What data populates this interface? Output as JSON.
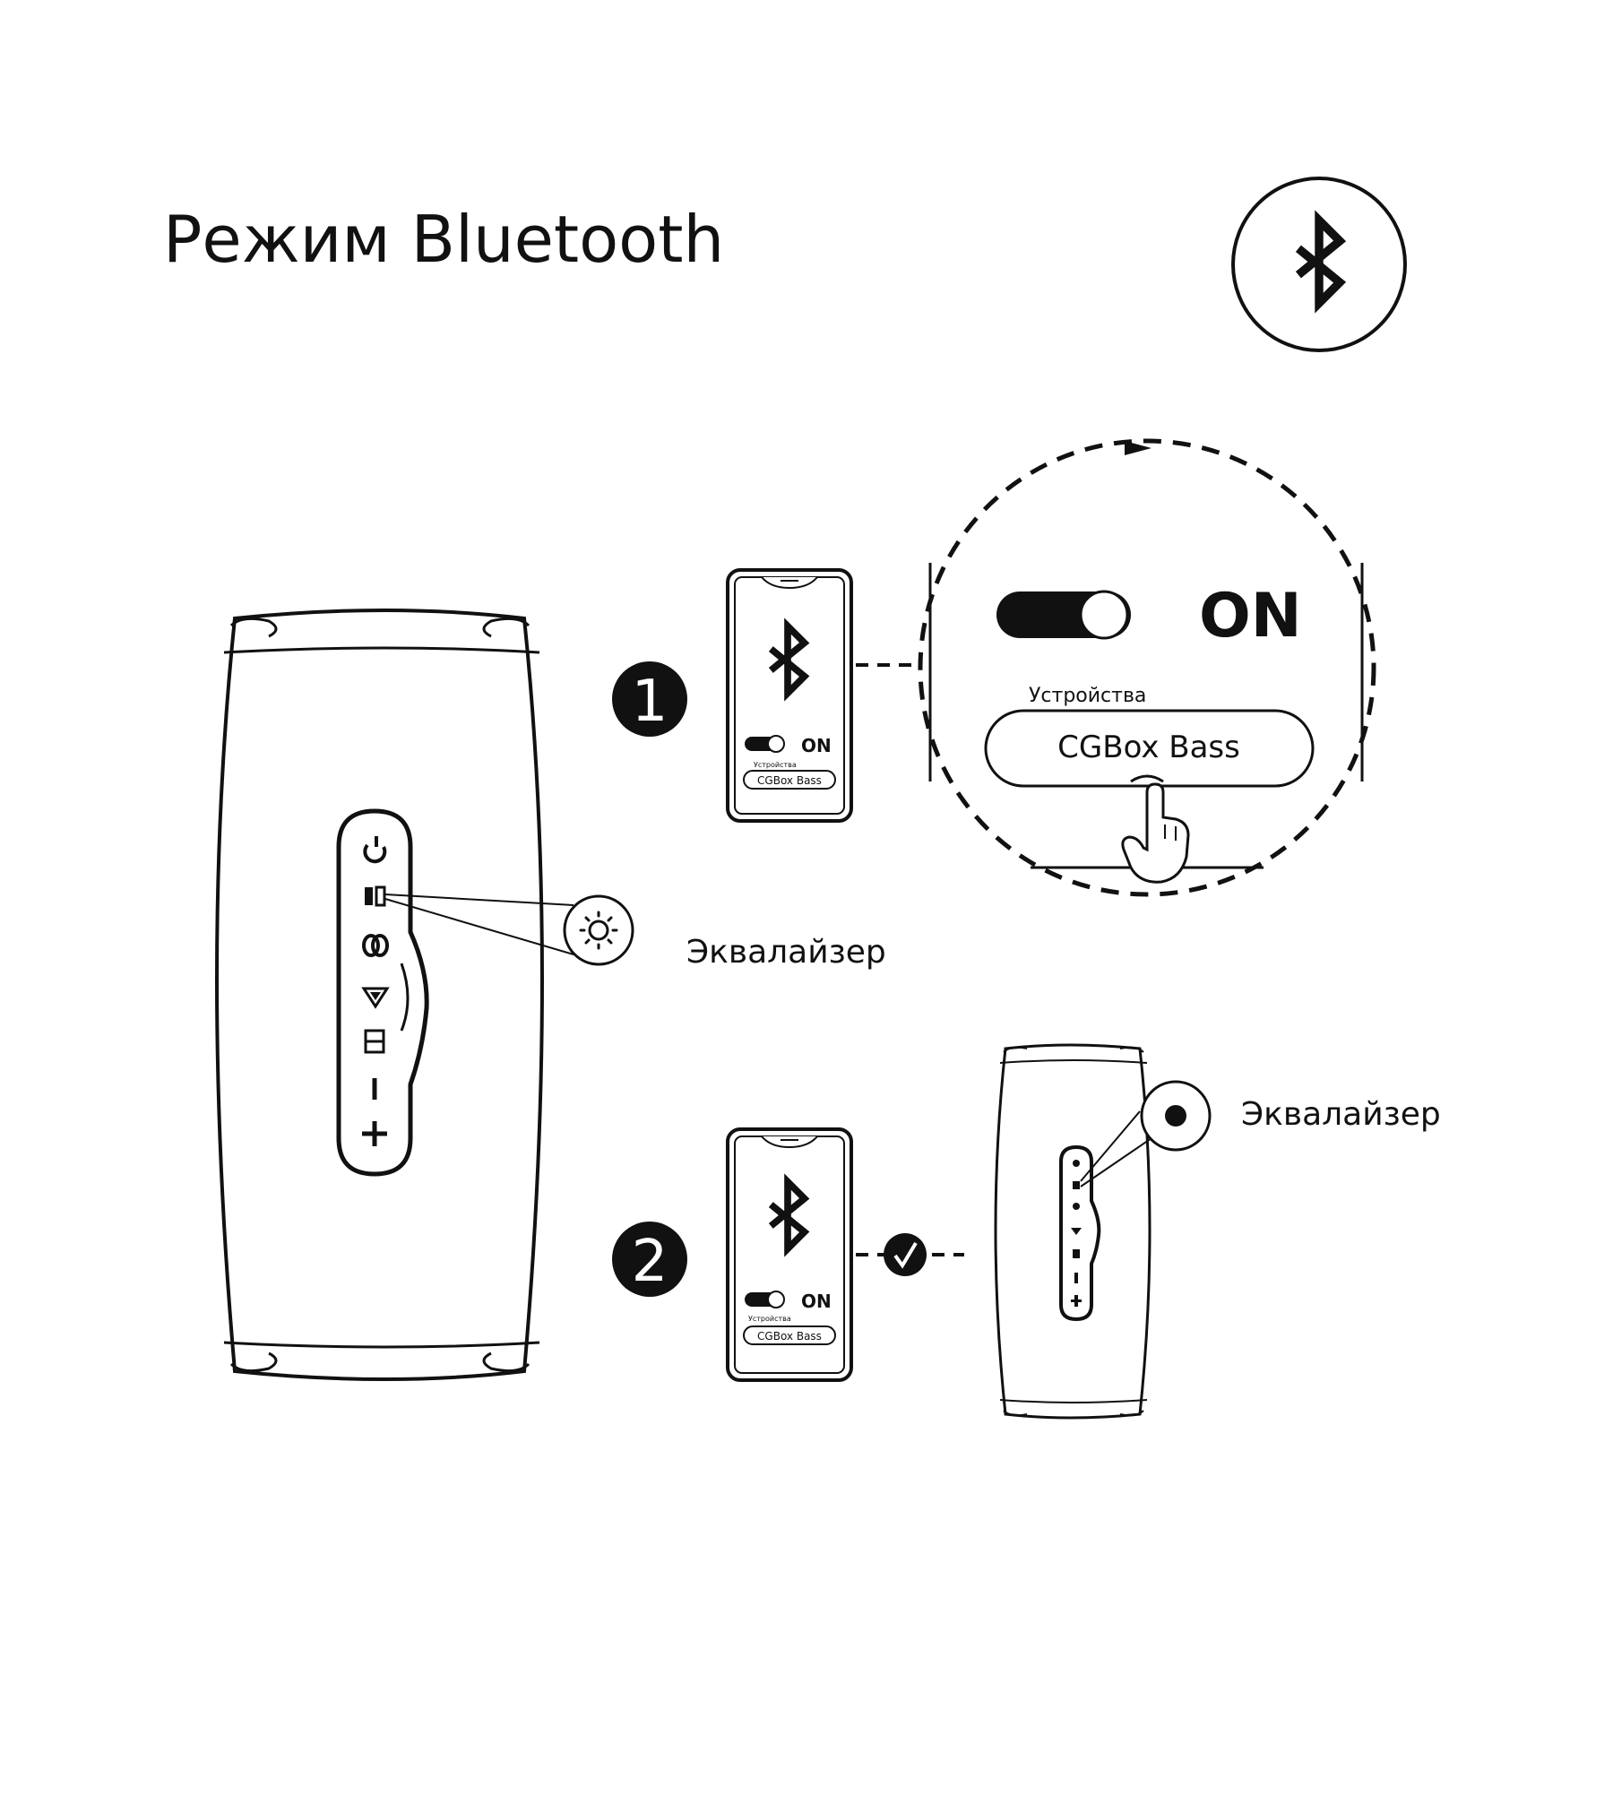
{
  "title": "Режим Bluetooth",
  "colors": {
    "ink": "#111111",
    "paper": "#ffffff"
  },
  "steps": [
    {
      "number": "1"
    },
    {
      "number": "2"
    }
  ],
  "phone": {
    "toggle_state": "ON",
    "devices_label": "Устройства",
    "device_name": "CGBox Bass"
  },
  "zoom": {
    "toggle_state": "ON",
    "devices_label": "Устройства",
    "device_name": "CGBox Bass"
  },
  "speaker_buttons": [
    "power-icon",
    "bluetooth-mode-icon",
    "link-icon",
    "play-icon",
    "mode-icon",
    "minus-icon",
    "plus-icon"
  ],
  "equalizer_label_1": "Эквалайзер",
  "equalizer_label_2": "Эквалайзер"
}
